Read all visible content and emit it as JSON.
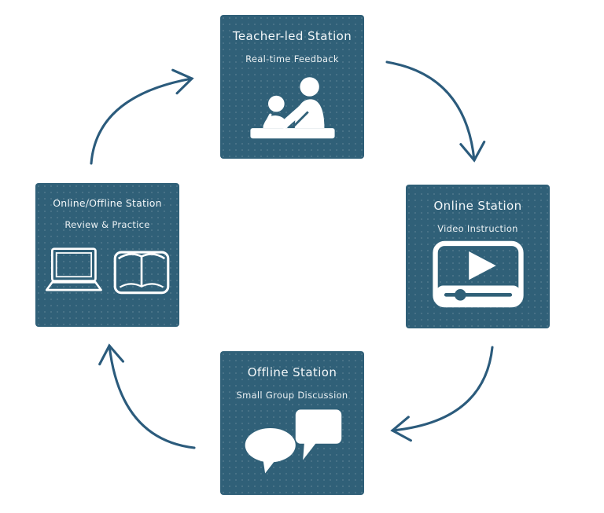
{
  "diagram": {
    "flow": "clockwise",
    "colors": {
      "box_background": "#306078",
      "box_text": "#f3f7f9",
      "icon": "#ffffff",
      "arrow": "#2b5b7c",
      "page_background": "#ffffff"
    },
    "stations": [
      {
        "position": "top",
        "title": "Teacher-led Station",
        "subtitle": "Real-time Feedback",
        "icon": "teacher-student-desk-icon"
      },
      {
        "position": "right",
        "title": "Online Station",
        "subtitle": "Video Instruction",
        "icon": "video-player-icon"
      },
      {
        "position": "bottom",
        "title": "Offline Station",
        "subtitle": "Small Group Discussion",
        "icon": "speech-bubbles-icon"
      },
      {
        "position": "left",
        "title": "Online/Offline Station",
        "subtitle": "Review & Practice",
        "icon": "laptop-and-book-icons"
      }
    ]
  }
}
